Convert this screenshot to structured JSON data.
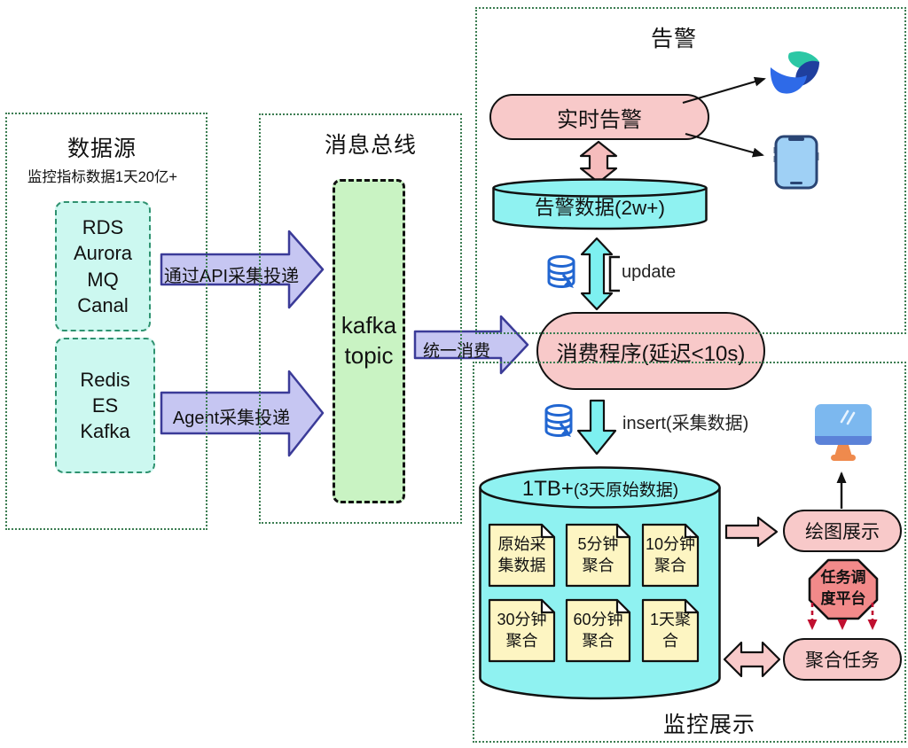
{
  "sections": {
    "data_source": {
      "title": "数据源",
      "subtitle": "监控指标数据1天20亿+",
      "rds_box": {
        "lines": [
          "RDS",
          "Aurora",
          "MQ",
          "Canal"
        ]
      },
      "redis_box": {
        "lines": [
          "Redis",
          "ES",
          "Kafka"
        ]
      }
    },
    "message_bus": {
      "title": "消息总线",
      "kafka_box": {
        "lines": [
          "kafka",
          "topic"
        ]
      }
    },
    "alert": {
      "title": "告警",
      "realtime_pill": "实时告警",
      "alert_db_cylinder": "告警数据(2w+)",
      "update_label": "update"
    },
    "monitor": {
      "title": "监控展示",
      "consumer_pill": "消费程序(延迟<10s)",
      "insert_label": "insert(采集数据)",
      "storage_cylinder": {
        "title_main": "1TB+",
        "title_sub": "(3天原始数据)"
      },
      "notes": [
        {
          "line1": "原始采",
          "line2": "集数据"
        },
        {
          "line1": "5分钟",
          "line2": "聚合"
        },
        {
          "line1": "10分钟",
          "line2": "聚合"
        },
        {
          "line1": "30分钟",
          "line2": "聚合"
        },
        {
          "line1": "60分钟",
          "line2": "聚合"
        },
        {
          "line1": "1天聚",
          "line2": "合"
        }
      ],
      "draw_pill": "绘图展示",
      "scheduler_octagon": {
        "line1": "任务调",
        "line2": "度平台"
      },
      "agg_pill": "聚合任务"
    },
    "flows": {
      "api_arrow": "通过API采集投递",
      "agent_arrow": "Agent采集投递",
      "consume_arrow": "统一消费"
    }
  },
  "icons": {
    "alert_logo": "bird-logo-icon",
    "phone": "phone-icon",
    "update_db": "database-cursor-icon",
    "insert_db": "database-cursor-icon",
    "display": "monitor-icon"
  },
  "colors": {
    "cyan_box": "#ccf8f0",
    "green_box": "#c9f3c3",
    "lavender_arrow": "#c6c6f2",
    "pink_shape": "#f8c9c9",
    "cyan_cylinder": "#8ff2f1",
    "cyan_arrow": "#7df0f0",
    "yellow_note": "#fdf5c2",
    "red_octagon": "#f28a8a",
    "red_arrow": "#c01030",
    "section_border": "#3c7d52"
  }
}
